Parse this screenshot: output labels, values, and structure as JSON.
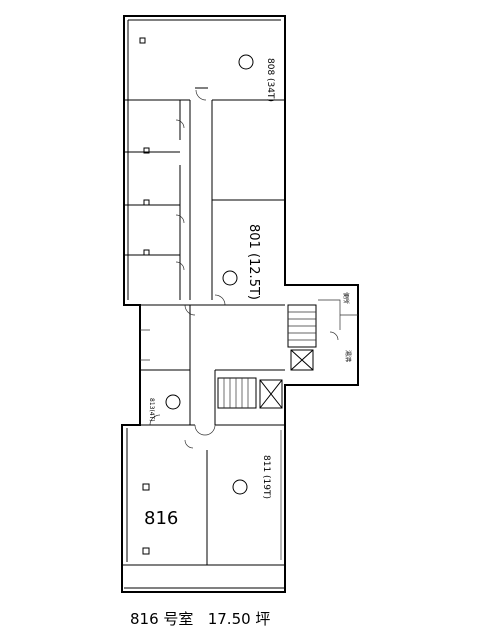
{
  "floor_plan": {
    "rooms": [
      {
        "id": "r808",
        "label": "808 (34T)"
      },
      {
        "id": "r801",
        "label": "801 (12.5T)"
      },
      {
        "id": "r811",
        "label": "811 (19T)"
      },
      {
        "id": "r813",
        "label": "813(4T)"
      }
    ],
    "small_labels": {
      "service_a": "便所",
      "service_b": "湯沸"
    },
    "highlight_unit": "816"
  },
  "caption": {
    "room": "816 号室",
    "area": "17.50 坪"
  }
}
